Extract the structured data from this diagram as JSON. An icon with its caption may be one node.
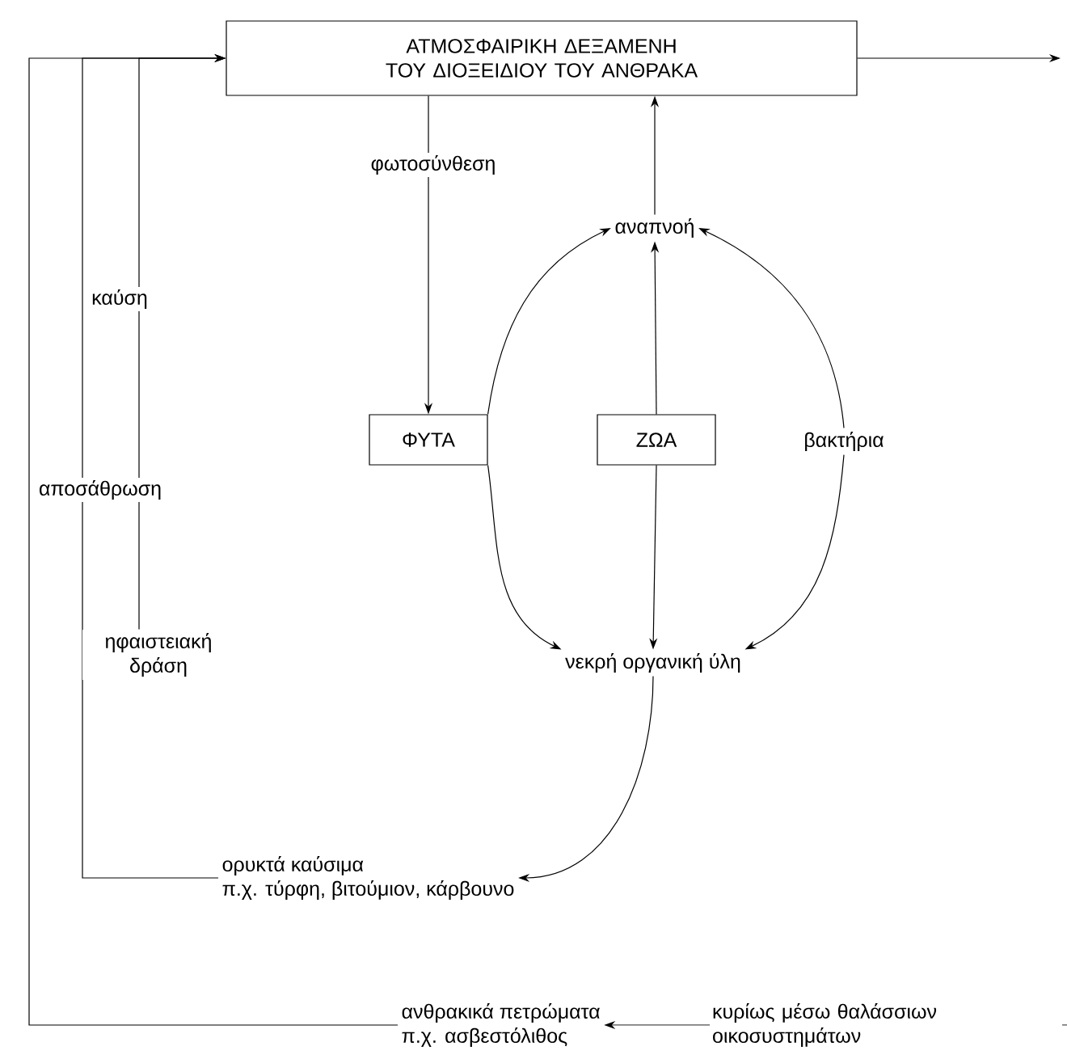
{
  "diagram": {
    "nodes": [
      {
        "text": [
          "ΑΤΜΟΣΦΑΙΡΙΚΗ ΔΕΞΑΜΕΝΗ ΤΟΥ ΔΙΟΞΕΙΔΙΟΥ ΤΟΥ ΑΝΘΡΑΚΑ"
        ]
      },
      {
        "text": [
          "ΦΥΤΑ"
        ]
      },
      {
        "text": [
          "ΖΩΑ"
        ]
      },
      {
        "text": [
          "αναπνοή"
        ]
      },
      {
        "text": [
          "νεκρή οργανική ύλη"
        ]
      },
      {
        "text": [
          "ορυκτά καύσιμα",
          "π.χ. τύρφη, βιτούμιον, κάρβουνο"
        ]
      },
      {
        "text": [
          "ανθρακικά πετρώματα",
          "π.χ. ασβεστόλιθος"
        ]
      },
      {
        "text": [
          "βακτήρια"
        ]
      },
      {
        "text": [
          "ηφαιστειακή δράση"
        ]
      }
    ],
    "edges": [
      {
        "from": 0,
        "to": 1,
        "arrow": "to",
        "label": "φωτοσύνθεση"
      },
      {
        "from": 3,
        "to": 0,
        "arrow": "to"
      },
      {
        "from": 1,
        "to": 3,
        "arrow": "to"
      },
      {
        "from": 7,
        "to": 3,
        "arrow": "to"
      },
      {
        "from": 2,
        "to": 3,
        "arrow": "to"
      },
      {
        "from": 2,
        "to": 4,
        "arrow": "to"
      },
      {
        "from": 1,
        "to": 4,
        "arrow": "to"
      },
      {
        "from": 7,
        "to": 4,
        "arrow": "to"
      },
      {
        "from": 4,
        "to": 5,
        "arrow": "to"
      },
      {
        "from": 5,
        "to": 0,
        "arrow": "to",
        "label": "καύση"
      },
      {
        "from": 6,
        "to": 0,
        "arrow": "to",
        "label": "αποσάθρωση"
      },
      {
        "from": 8,
        "to": 0,
        "arrow": "to"
      },
      {
        "from": 0,
        "to": null,
        "arrow": "to"
      },
      {
        "from": null,
        "to": 6,
        "arrow": "to",
        "label": "κυρίως μέσω θαλάσσιων οικοσυστημάτων"
      }
    ]
  }
}
